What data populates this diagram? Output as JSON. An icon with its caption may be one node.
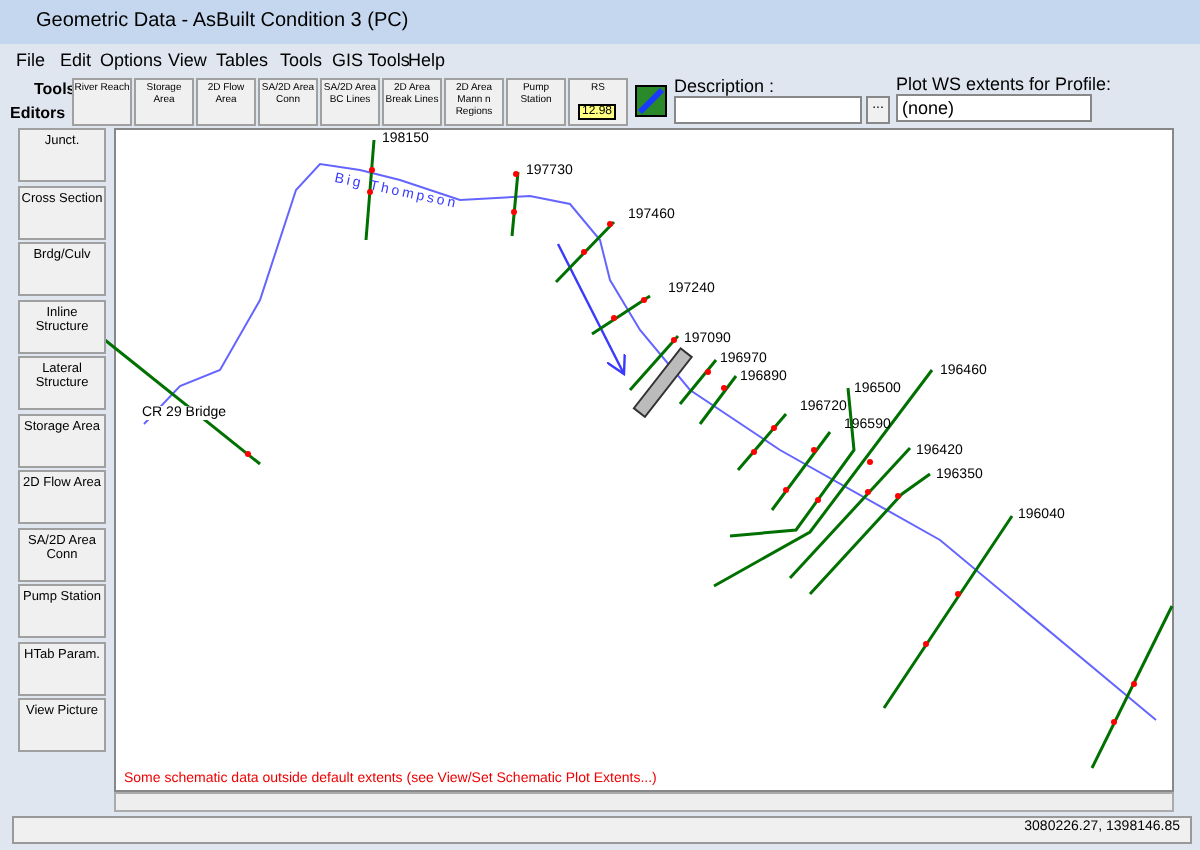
{
  "diagram": {
    "title": "Geometric Data - AsBuilt Condition 3 (PC)",
    "labels": [
      "File",
      "Edit",
      "Options",
      "View",
      "Tables",
      "Tools",
      "GIS Tools",
      "Help",
      "Tools",
      "Editors",
      "River Reach",
      "Storage Area",
      "2D Flow Area",
      "SA/2D Area Conn",
      "SA/2D Area BC Lines",
      "2D Area Break Lines",
      "2D Area Mann n Regions",
      "Pump Station",
      "RS",
      "12.98",
      "Description :",
      "Plot WS extents for Profile:",
      "(none)",
      "...",
      "Junct.",
      "Cross Section",
      "Brdg/Culv",
      "Inline Structure",
      "Lateral Structure",
      "Storage Area",
      "2D Flow Area",
      "SA/2D Area Conn",
      "Pump Station",
      "HTab Param.",
      "View Picture",
      "198150",
      "197730",
      "Big Thompson",
      "197460",
      "197240",
      "197090",
      "196970",
      "196890",
      "196460",
      "196500",
      "196720",
      "196590",
      "196420",
      "196350",
      "196040",
      "CR 29 Bridge",
      "Some schematic data outside default extents (see View/Set Schematic Plot Extents...)",
      "3080226.27, 1398146.85"
    ]
  }
}
